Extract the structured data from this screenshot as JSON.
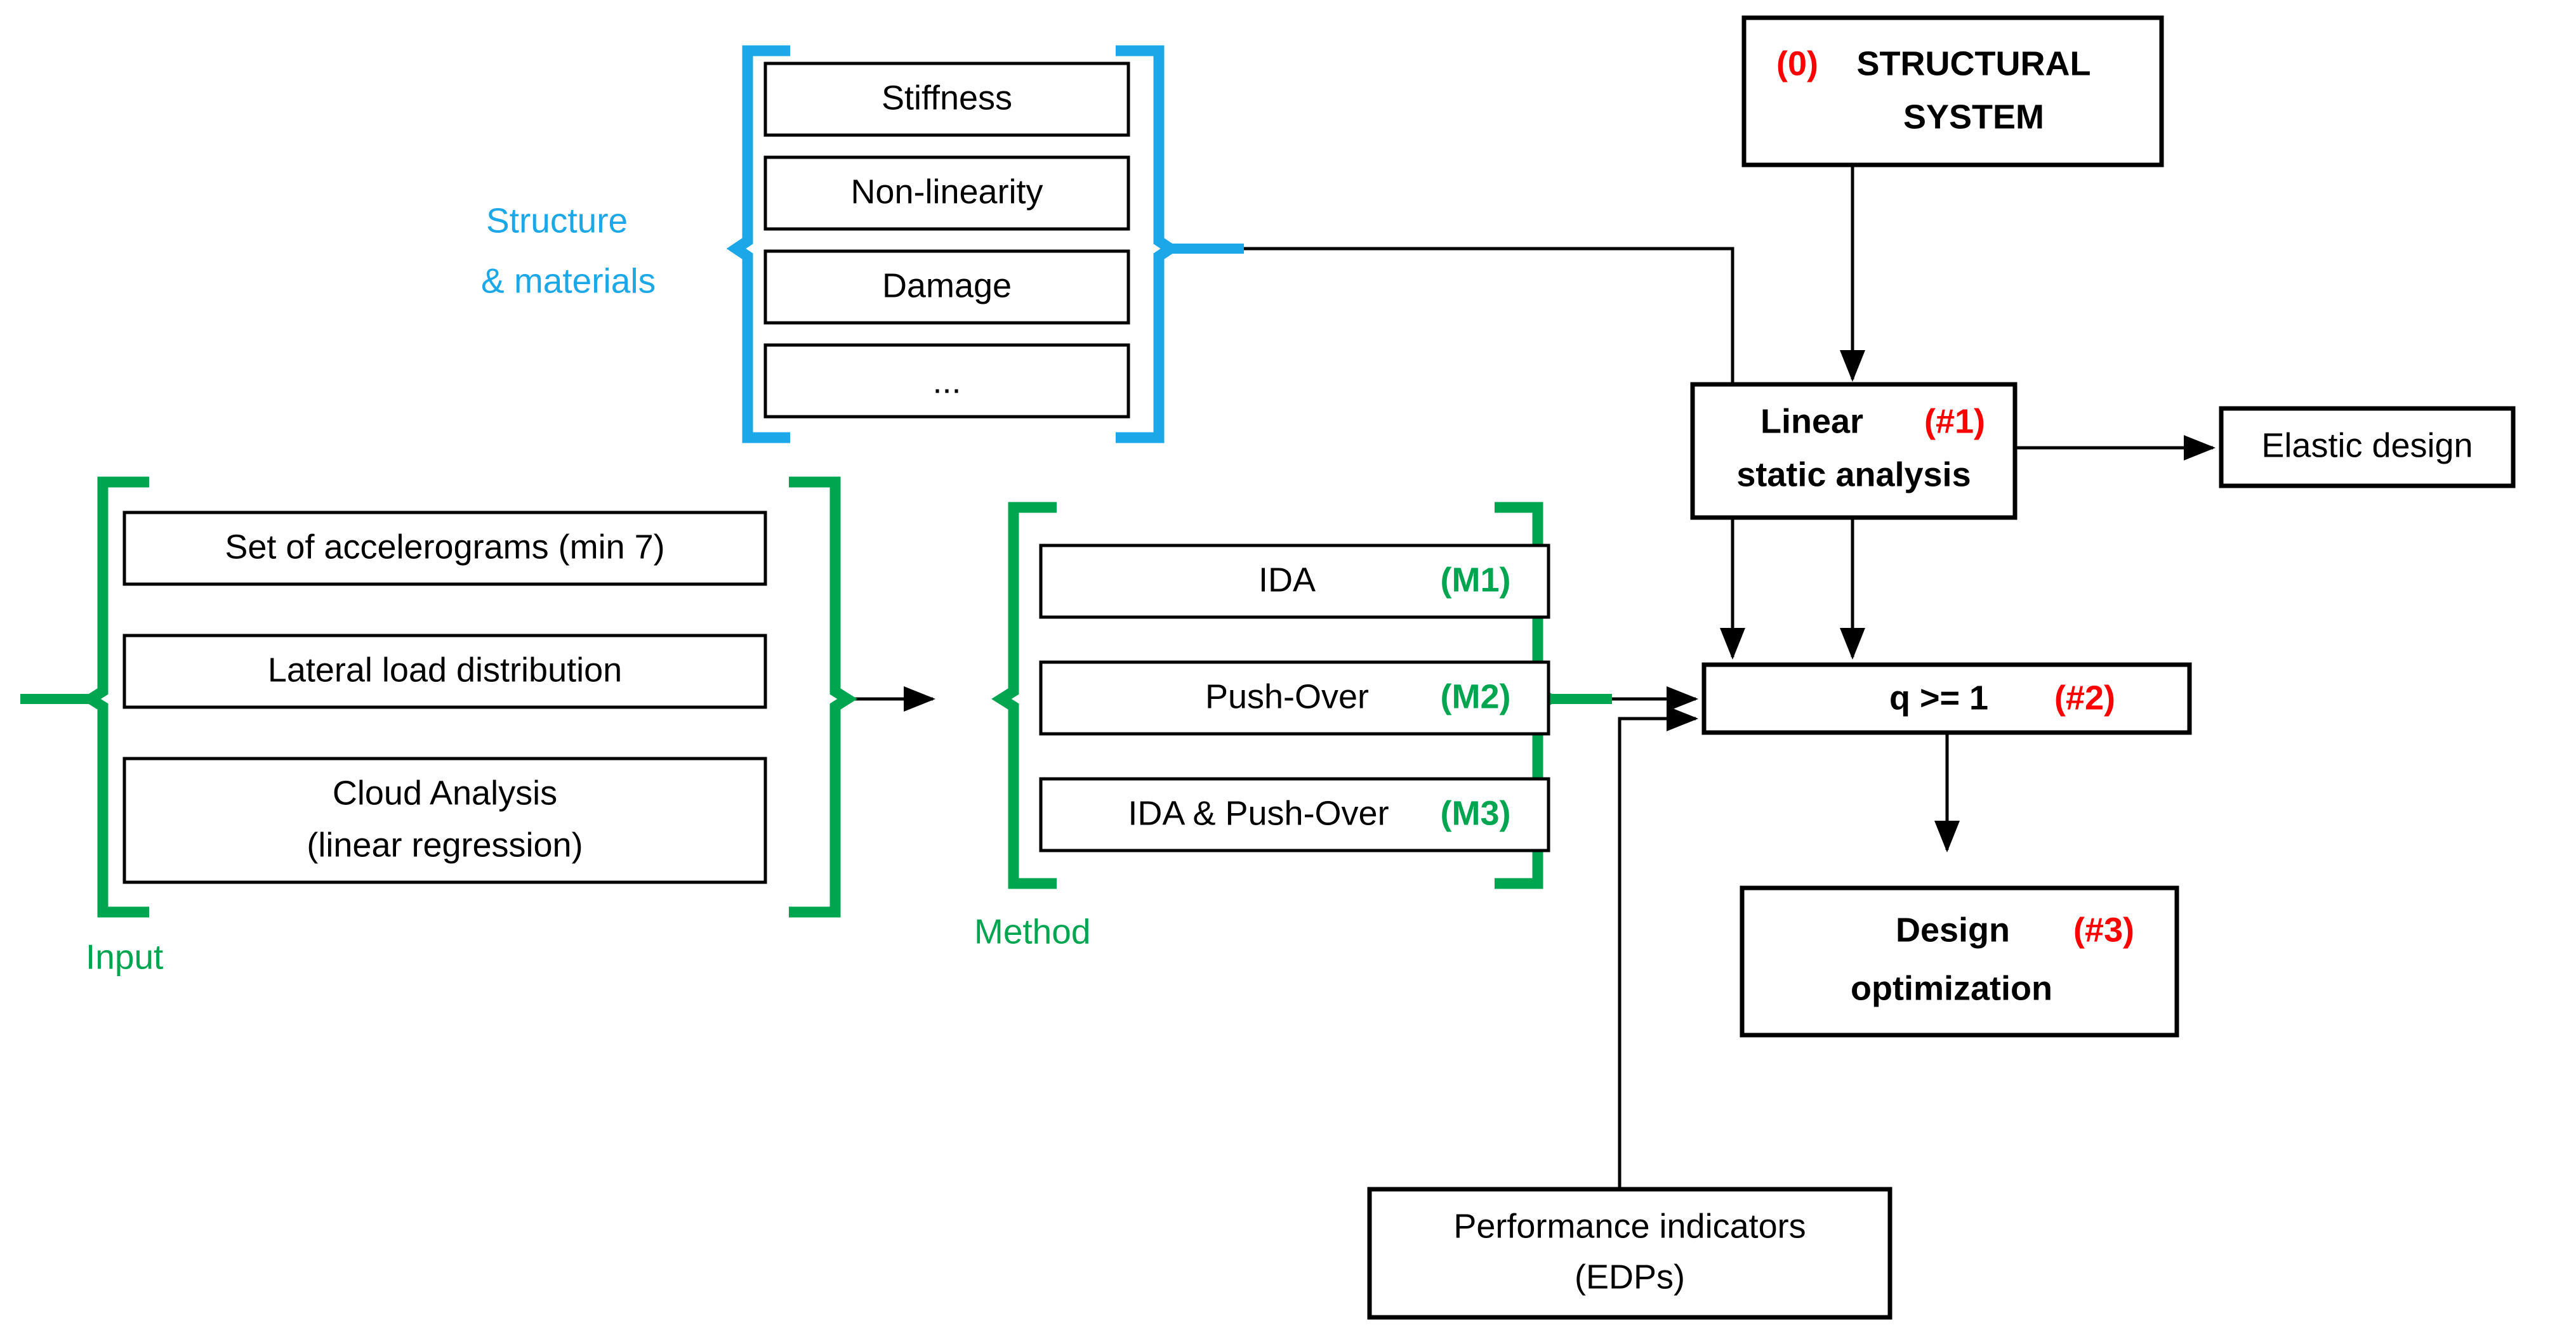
{
  "diagram": {
    "title": "Seismic design workflow flowchart",
    "colors": {
      "blue": "#1BA7E8",
      "green": "#00A550",
      "red": "#FF0000",
      "black": "#000000",
      "background": "#FFFFFF"
    },
    "groups": {
      "structure": {
        "label_line1": "Structure",
        "label_line2": "& materials",
        "bracket_color": "#1BA7E8",
        "items": [
          {
            "text": "Stiffness"
          },
          {
            "text": "Non-linearity"
          },
          {
            "text": "Damage"
          },
          {
            "text": "..."
          }
        ]
      },
      "input": {
        "label": "Input",
        "bracket_color": "#00A550",
        "items": [
          {
            "text": "Set of accelerograms (min 7)"
          },
          {
            "text": "Lateral load distribution"
          },
          {
            "line1": "Cloud Analysis",
            "line2": "(linear regression)"
          }
        ]
      },
      "method": {
        "label": "Method",
        "bracket_color": "#00A550",
        "items": [
          {
            "text": "IDA",
            "tag": "(M1)"
          },
          {
            "text": "Push-Over",
            "tag": "(M2)"
          },
          {
            "text": "IDA & Push-Over",
            "tag": "(M3)"
          }
        ]
      }
    },
    "nodes": {
      "structural_system": {
        "tag": "(0)",
        "line1": "STRUCTURAL",
        "line2": "SYSTEM"
      },
      "linear_static": {
        "line1": "Linear",
        "tag": "(#1)",
        "line2": "static analysis"
      },
      "elastic_design": {
        "text": "Elastic design"
      },
      "q_check": {
        "text": "q >= 1",
        "tag": "(#2)"
      },
      "design_optimization": {
        "line1": "Design",
        "tag": "(#3)",
        "line2": "optimization"
      },
      "performance_indicators": {
        "line1": "Performance indicators",
        "line2": "(EDPs)"
      }
    }
  }
}
